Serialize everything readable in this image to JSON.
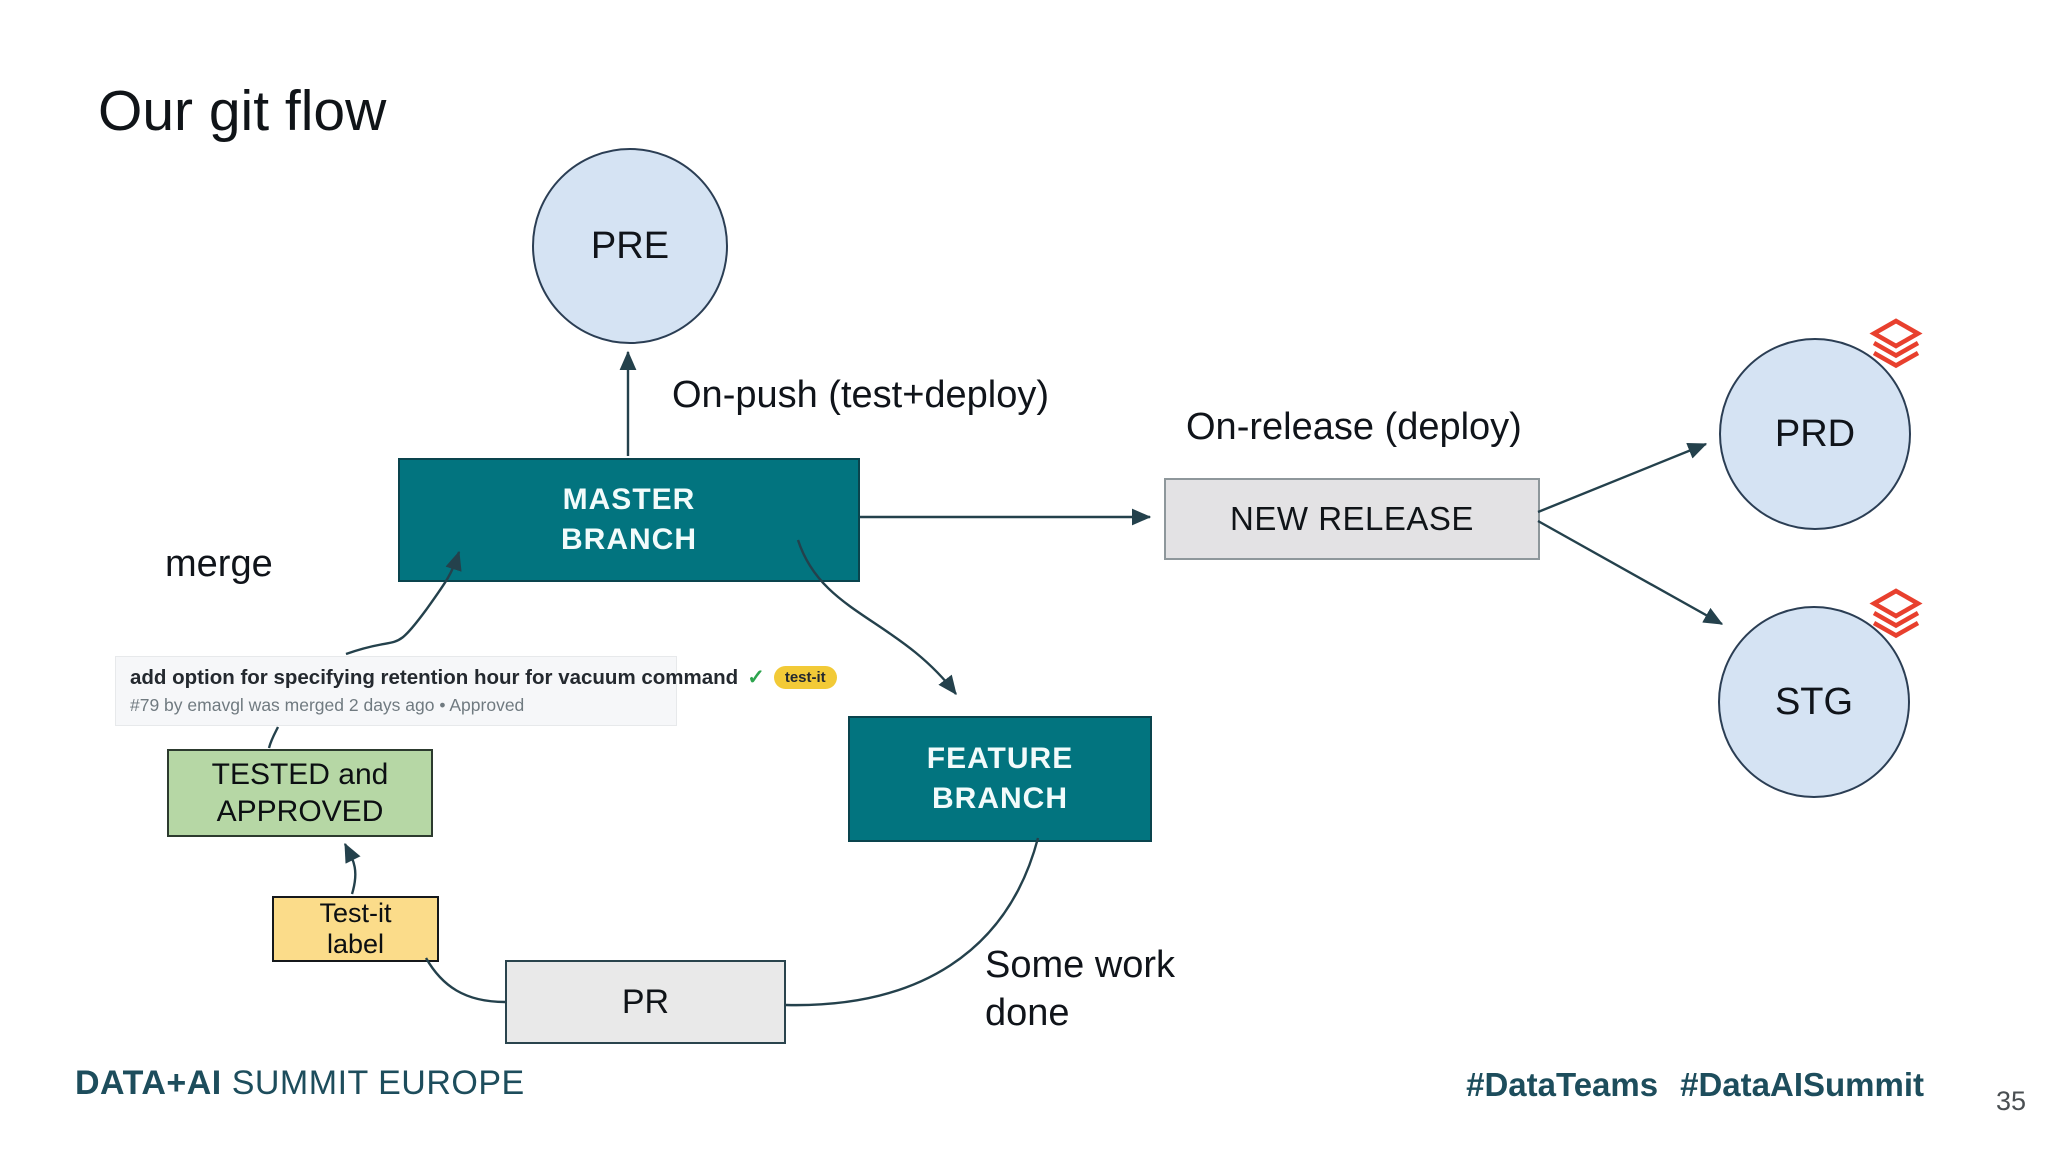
{
  "slide": {
    "title": "Our git flow",
    "page_number": "35"
  },
  "footer": {
    "brand_bold": "DATA+AI",
    "brand_rest": " SUMMIT EUROPE",
    "hashtag_1": "#DataTeams",
    "hashtag_2": "#DataAISummit"
  },
  "nodes": {
    "pre": {
      "label": "PRE"
    },
    "prd": {
      "label": "PRD"
    },
    "stg": {
      "label": "STG"
    },
    "master": {
      "line1": "MASTER",
      "line2": "BRANCH"
    },
    "feature": {
      "line1": "FEATURE",
      "line2": "BRANCH"
    },
    "new_release": {
      "label": "NEW RELEASE"
    },
    "pr": {
      "label": "PR"
    },
    "tested": {
      "line1": "TESTED and",
      "line2": "APPROVED"
    },
    "testit": {
      "line1": "Test-it",
      "line2": "label"
    }
  },
  "labels": {
    "on_push": "On-push (test+deploy)",
    "on_release": "On-release (deploy)",
    "merge": "merge",
    "some_work_line1": "Some work",
    "some_work_line2": "done"
  },
  "pr_card": {
    "title": "add option for specifying retention hour for vacuum command",
    "check": "✓",
    "badge": "test-it",
    "meta": "#79 by emavgl was merged 2 days ago • Approved"
  },
  "colors": {
    "branch_teal": "#02747f",
    "node_blue": "#d5e3f3",
    "tested_green": "#b6d7a5",
    "testit_yellow": "#fbdc8a",
    "release_gray": "#e3e2e4",
    "pr_gray": "#e9e9e9",
    "arrow_dark": "#24414c",
    "brand_teal": "#1d4d5c",
    "badge_yellow": "#f2ca37",
    "check_green": "#2da44e",
    "databricks_red": "#e8402e"
  }
}
